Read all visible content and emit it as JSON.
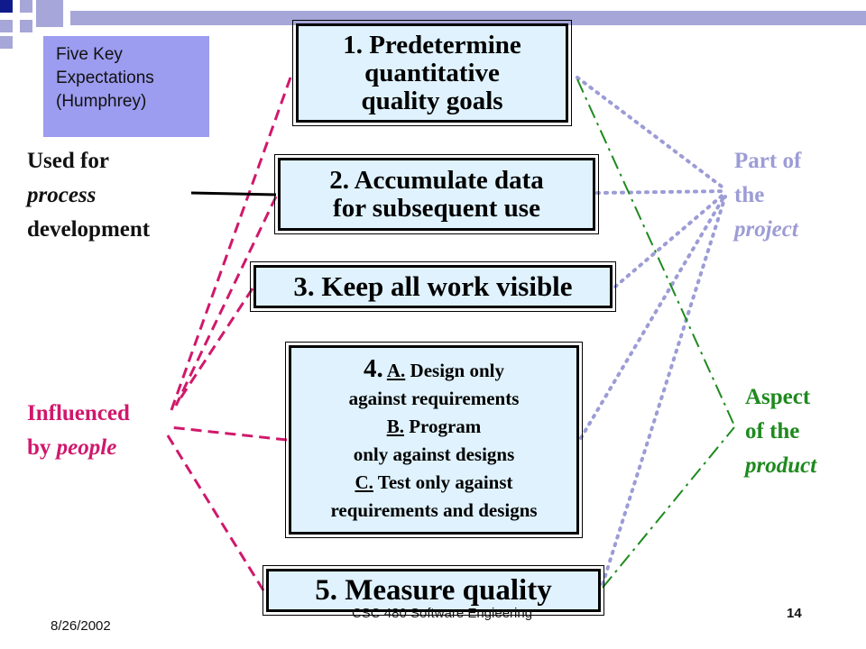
{
  "sidebar_label": {
    "lines": [
      "Five Key",
      "Expectations",
      "(Humphrey)"
    ]
  },
  "expectations": {
    "e1": [
      "1. Predetermine",
      "quantitative",
      "quality goals"
    ],
    "e2": [
      "2. Accumulate data",
      "for subsequent use"
    ],
    "e3": "3. Keep all work visible",
    "e4": {
      "num": "4.",
      "a_label": "A.",
      "a_text": " Design only",
      "a_text2": "against requirements",
      "b_label": "B.",
      "b_text": " Program",
      "b_text2": "only against designs",
      "c_label": "C.",
      "c_text": " Test only against",
      "c_text2": "requirements and designs"
    },
    "e5": "5. Measure quality"
  },
  "annotations": {
    "used_for": {
      "l1": "Used for",
      "l2": "process",
      "l3": "development"
    },
    "influenced": {
      "l1": "Influenced",
      "l2a": "by ",
      "l2b": "people"
    },
    "part_of": {
      "l1": "Part of",
      "l2": "the",
      "l3": "project"
    },
    "aspect": {
      "l1": "Aspect",
      "l2": "of the",
      "l3": "product"
    }
  },
  "colors": {
    "influence_line": "#d0186c",
    "project_line": "#9c9cd6",
    "product_line": "#1e8a1e",
    "box_fill": "#dff2fd",
    "header_bar": "#a6a6d8",
    "label_box": "#9c9cf0"
  },
  "footer": {
    "date": "8/26/2002",
    "course": "CSC 480 Software Engieering",
    "page": "14"
  }
}
